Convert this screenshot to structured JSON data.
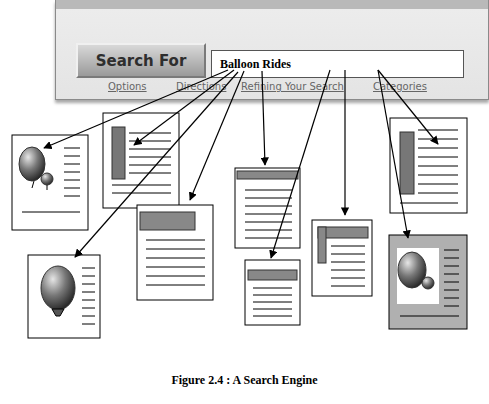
{
  "diagram": {
    "caption": "Figure 2.4 : A Search Engine",
    "nodes": [
      {
        "text": [
          "Options",
          "Directions",
          "Refining Your Search",
          "Categories"
        ]
      },
      {
        "text": [
          "Search For"
        ],
        "in": 0
      },
      {
        "text": [
          "Balloon Rides"
        ],
        "in": 0
      }
    ]
  }
}
